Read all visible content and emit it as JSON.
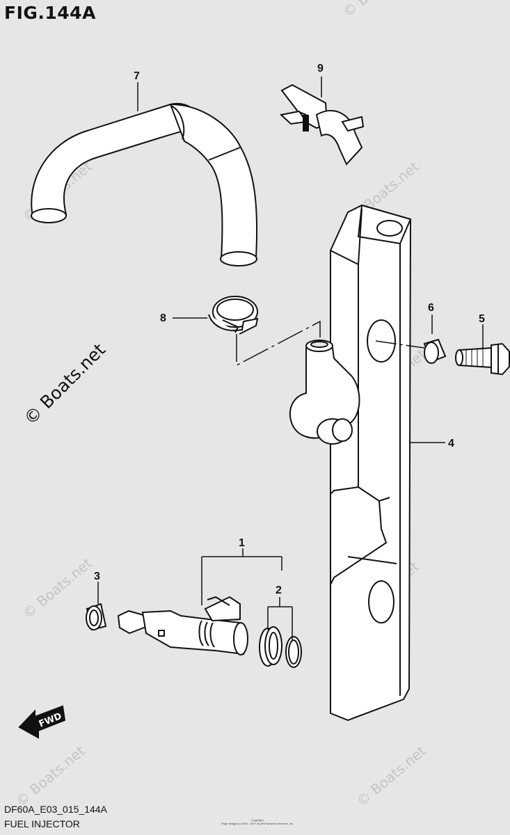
{
  "header": {
    "figure_label": "FIG.144A"
  },
  "footer": {
    "model_code": "DF60A_E03_015_144A",
    "description": "FUEL INJECTOR",
    "copyright_line1": "Copyright",
    "copyright_line2": "Page design (c) 2004 - 2017 by ARI Network Services, Inc."
  },
  "watermark": {
    "text": "© Boats.net"
  },
  "callouts": {
    "c1": "1",
    "c2": "2",
    "c3": "3",
    "c4": "4",
    "c5": "5",
    "c6": "6",
    "c7": "7",
    "c8": "8",
    "c9": "9"
  },
  "direction": {
    "label": "FWD"
  }
}
